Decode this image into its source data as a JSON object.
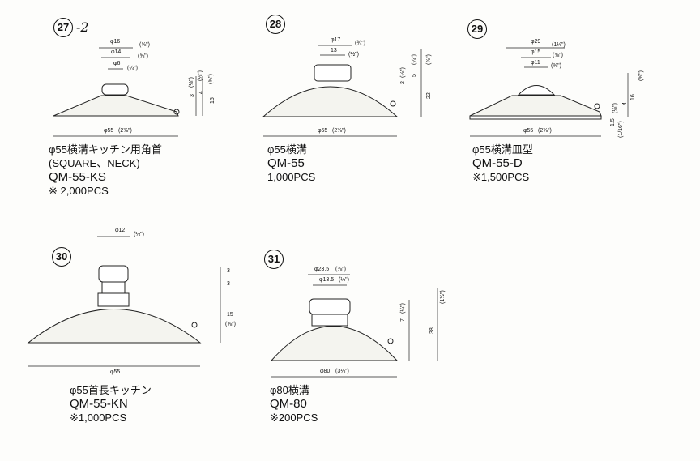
{
  "items": [
    {
      "id": "27",
      "badge": "27",
      "suffix": "-2",
      "dims": {
        "d1": "φ16",
        "d1i": "(⅝\")",
        "d2": "φ14",
        "d2i": "(⅝\")",
        "d3": "φ6",
        "d3i": "(¼\")",
        "base": "φ55",
        "basei": "(2⅜\")",
        "v1": "3",
        "v1i": "(⅛\")",
        "v2": "4",
        "v2i": "(⅛\")",
        "v3": "15",
        "v3i": "(⅝\")"
      },
      "line1": "φ55横溝キッチン用角首",
      "line2": "(SQUARE、NECK)",
      "model": "QM-55-KS",
      "qty": "※ 2,000PCS"
    },
    {
      "id": "28",
      "badge": "28",
      "dims": {
        "d1": "φ17",
        "d1i": "(¾\")",
        "d2": "13",
        "d2i": "(½\")",
        "base": "φ55",
        "basei": "(2⅜\")",
        "v1": "2",
        "v1i": "(⅛\")",
        "v2": "5",
        "v2i": "(¼\")",
        "v3": "22",
        "v3i": "(⅞\")"
      },
      "line1": "φ55横溝",
      "model": "QM-55",
      "qty": "1,000PCS"
    },
    {
      "id": "29",
      "badge": "29",
      "dims": {
        "d1": "φ29",
        "d1i": "(1⅛\")",
        "d2": "φ15",
        "d2i": "(⅝\")",
        "d3": "φ11",
        "d3i": "(⅜\")",
        "base": "φ55",
        "basei": "(2⅜\")",
        "v1": "1.5",
        "v1i": "(1/16\")",
        "v2": "4",
        "v2i": "(⅛\")",
        "v3": "16",
        "v3i": "(⅝\")"
      },
      "line1": "φ55横溝皿型",
      "model": "QM-55-D",
      "qty": "※1,500PCS"
    },
    {
      "id": "30",
      "badge": "30",
      "dims": {
        "d1": "φ12",
        "d1i": "(½\")",
        "base": "φ55",
        "v1": "3",
        "v2": "3",
        "v3": "15",
        "v3i": "(⅝\")"
      },
      "line1": "φ55首長キッチン",
      "model": "QM-55-KN",
      "qty": "※1,000PCS"
    },
    {
      "id": "31",
      "badge": "31",
      "dims": {
        "d1": "φ23.5",
        "d1i": "(⅞\")",
        "d2": "φ13.5",
        "d2i": "(½\")",
        "base": "φ80",
        "basei": "(3⅛\")",
        "v1": "7",
        "v1i": "(¼\")",
        "v2": "38",
        "v2i": "(1½\")"
      },
      "line1": "φ80横溝",
      "model": "QM-80",
      "qty": "※200PCS"
    }
  ]
}
